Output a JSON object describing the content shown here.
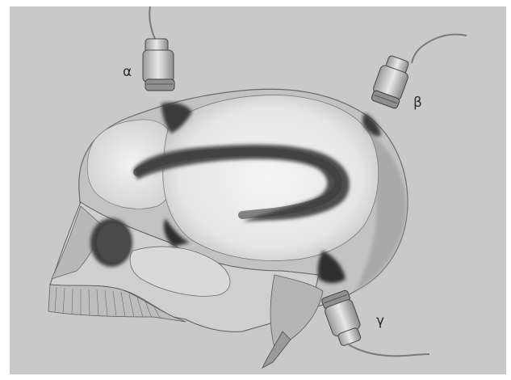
{
  "image": {
    "subject": "skull",
    "labels": {
      "alpha": "α",
      "beta": "β",
      "gamma": "γ"
    },
    "colors": {
      "paper": "#c9c9c9",
      "pencil": "#3a3a3a",
      "shadow": "#5a5a5a",
      "highlight": "#f2f2f2"
    }
  }
}
